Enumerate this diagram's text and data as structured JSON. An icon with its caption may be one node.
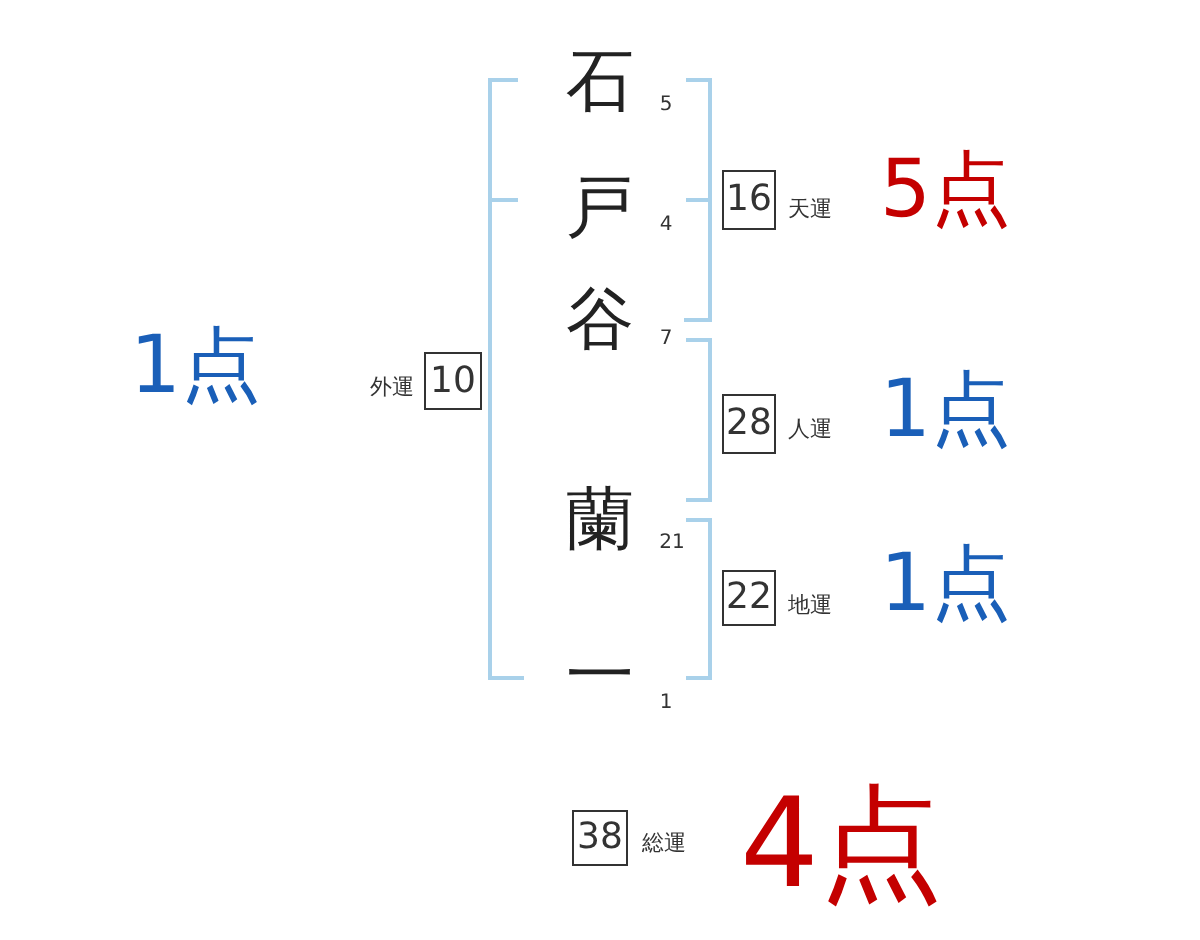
{
  "diagram": {
    "nodes": [
      {
        "text": [],
        "shape": "bracket"
      },
      {
        "text": [],
        "shape": "bracket"
      },
      {
        "text": [
          "16"
        ],
        "beside": [
          "天運",
          "5点"
        ]
      },
      {
        "text": [],
        "shape": "bracket"
      },
      {
        "text": [
          "10"
        ],
        "beside": [
          "外運",
          "1点"
        ]
      },
      {
        "text": [
          "28"
        ],
        "beside": [
          "人運",
          "1点"
        ]
      },
      {
        "text": [],
        "shape": "bracket"
      },
      {
        "text": [
          "22"
        ],
        "beside": [
          "地運",
          "1点"
        ]
      },
      {
        "text": [
          "38"
        ],
        "beside": [
          "総運",
          "4点"
        ]
      }
    ],
    "labels": [
      "石",
      "5",
      "戸",
      "4",
      "谷",
      "7",
      "蘭",
      "21",
      "一",
      "1"
    ]
  }
}
